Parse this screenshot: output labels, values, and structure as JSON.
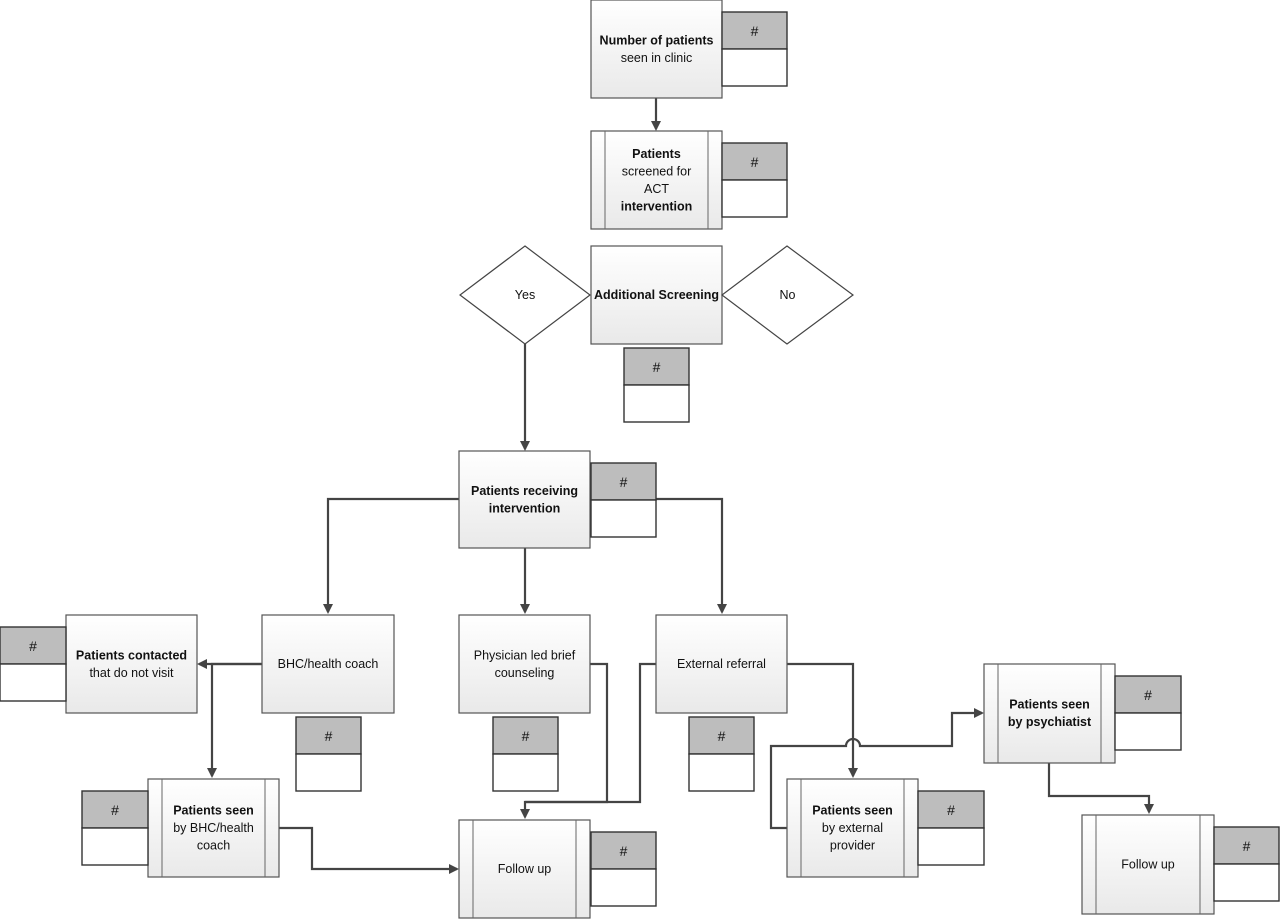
{
  "nodes": {
    "clinic": {
      "lines": [
        [
          "Number of patients",
          true
        ],
        [
          "seen in clinic",
          false
        ]
      ],
      "count_label": "#"
    },
    "screened": {
      "lines": [
        [
          "Patients",
          true
        ],
        [
          "screened for",
          false
        ],
        [
          "ACT",
          false
        ],
        [
          "intervention",
          true
        ]
      ],
      "count_label": "#"
    },
    "additional": {
      "lines": [
        [
          "Additional Screening",
          true
        ]
      ],
      "count_label": "#"
    },
    "yes": {
      "lines": [
        [
          "Yes",
          false
        ]
      ]
    },
    "no": {
      "lines": [
        [
          "No",
          false
        ]
      ]
    },
    "receiving": {
      "lines": [
        [
          "Patients receiving",
          true
        ],
        [
          "intervention",
          true
        ]
      ],
      "count_label": "#"
    },
    "bhc": {
      "lines": [
        [
          "BHC/health coach",
          false
        ]
      ],
      "count_label": "#"
    },
    "physician": {
      "lines": [
        [
          "Physician led brief",
          false
        ],
        [
          "counseling",
          false
        ]
      ],
      "count_label": "#"
    },
    "external": {
      "lines": [
        [
          "External referral",
          false
        ]
      ],
      "count_label": "#"
    },
    "contacted": {
      "lines": [
        [
          "Patients contacted",
          true
        ],
        [
          "that do not visit",
          false
        ]
      ],
      "count_label": "#"
    },
    "seen_bhc": {
      "lines": [
        [
          "Patients seen",
          true
        ],
        [
          "by BHC/health",
          false
        ],
        [
          "coach",
          false
        ]
      ],
      "count_label": "#"
    },
    "followup1": {
      "lines": [
        [
          "Follow up",
          false
        ]
      ],
      "count_label": "#"
    },
    "seen_ext": {
      "lines": [
        [
          "Patients seen",
          true
        ],
        [
          "by external",
          false
        ],
        [
          "provider",
          false
        ]
      ],
      "count_label": "#"
    },
    "psychiatrist": {
      "lines": [
        [
          "Patients seen",
          true
        ],
        [
          "by psychiatist",
          true
        ]
      ],
      "count_label": "#"
    },
    "followup2": {
      "lines": [
        [
          "Follow up",
          false
        ]
      ],
      "count_label": "#"
    }
  }
}
